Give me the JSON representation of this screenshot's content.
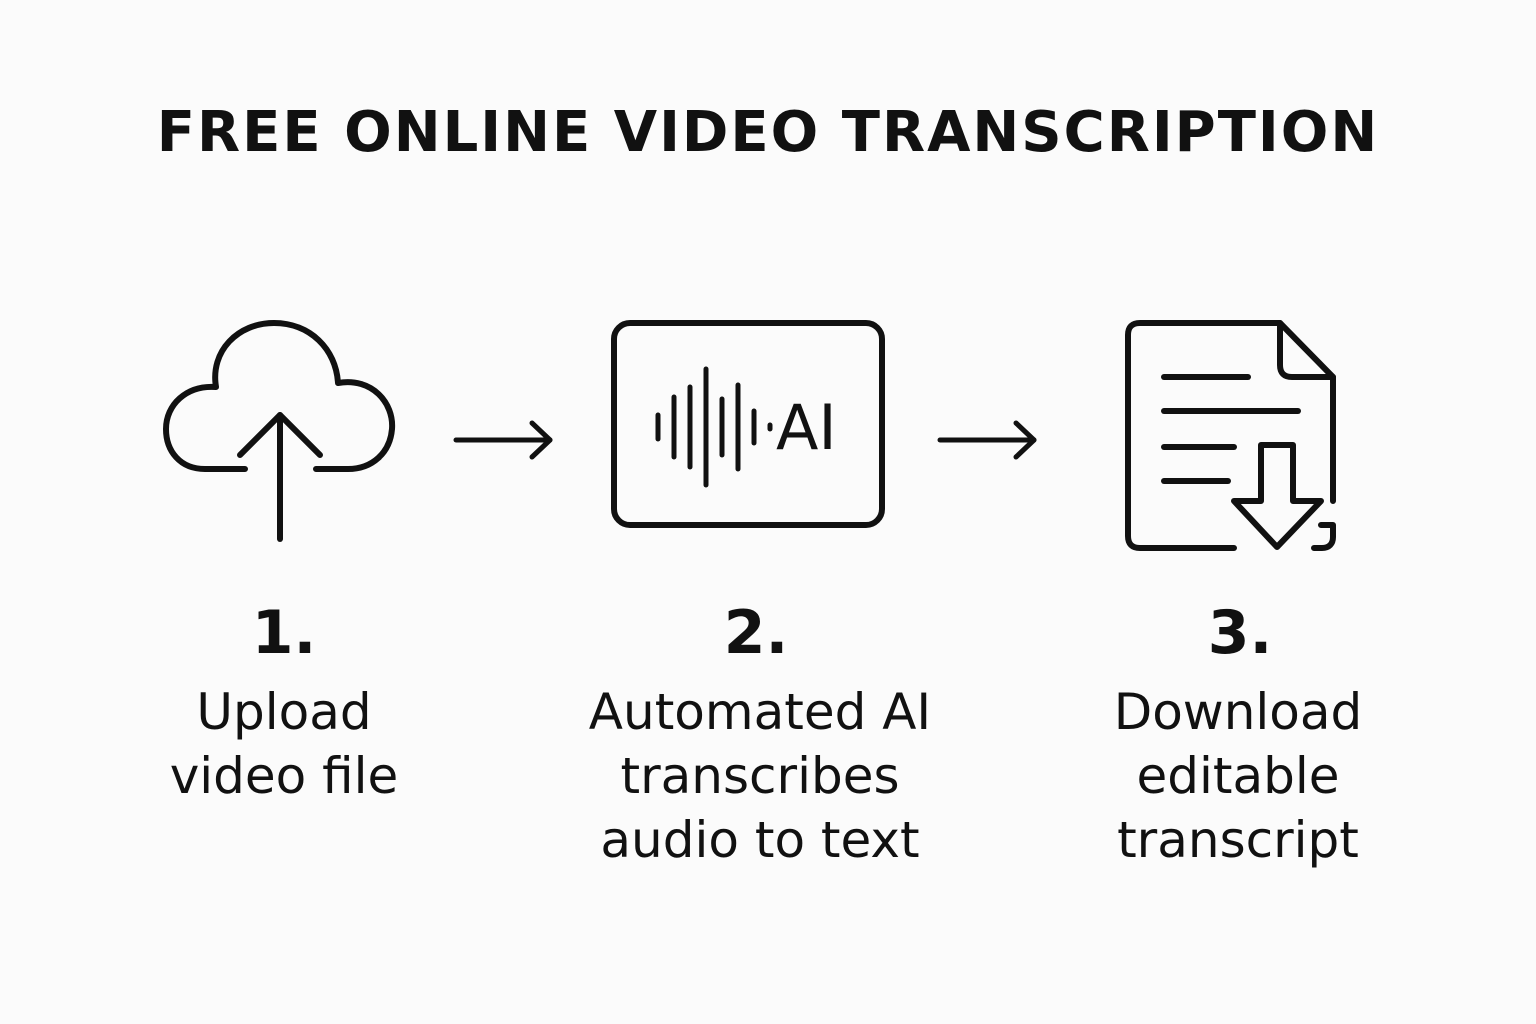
{
  "title": "FREE ONLINE VIDEO TRANSCRIPTION",
  "steps": [
    {
      "number": "1.",
      "label_lines": [
        "Upload",
        "video file"
      ],
      "icon": "cloud-upload-icon"
    },
    {
      "number": "2.",
      "label_lines": [
        "Automated AI",
        "transcribes",
        "audio to text"
      ],
      "icon": "ai-audio-waveform-icon",
      "icon_text": "AI"
    },
    {
      "number": "3.",
      "label_lines": [
        "Download",
        "editable",
        "transcript"
      ],
      "icon": "document-download-icon"
    }
  ],
  "connectors": [
    "arrow-right-icon",
    "arrow-right-icon"
  ],
  "colors": {
    "background": "#fbfbfb",
    "foreground": "#111111"
  }
}
